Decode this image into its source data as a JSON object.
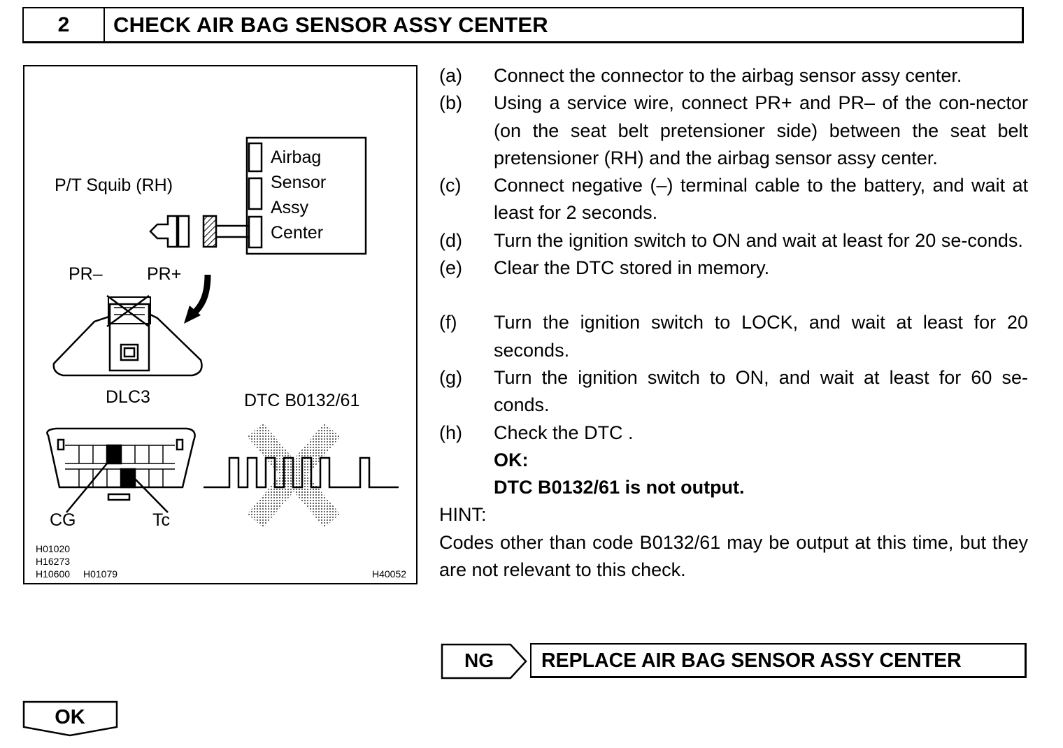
{
  "header": {
    "step_number": "2",
    "title": "CHECK AIR BAG SENSOR ASSY CENTER"
  },
  "figure": {
    "labels": {
      "pt_squib": "P/T Squib (RH)",
      "sensor_line1": "Airbag",
      "sensor_line2": "Sensor",
      "sensor_line3": "Assy",
      "sensor_line4": "Center",
      "pr_minus": "PR–",
      "pr_plus": "PR+",
      "dlc3": "DLC3",
      "dtc": "DTC B0132/61",
      "cg": "CG",
      "tc": "Tc"
    },
    "codes": [
      "H01020",
      "H16273",
      "H10600",
      "H01079"
    ],
    "figure_code": "H40052"
  },
  "steps": [
    {
      "letter": "(a)",
      "text": "Connect the connector to the airbag sensor assy center."
    },
    {
      "letter": "(b)",
      "text": "Using a service wire, connect PR+ and PR– of the con-nector (on the seat belt pretensioner side) between the seat belt pretensioner (RH) and the airbag sensor assy center."
    },
    {
      "letter": "(c)",
      "text": "Connect negative (–) terminal cable to the battery, and wait at least for 2 seconds."
    },
    {
      "letter": "(d)",
      "text": "Turn the ignition switch to ON and wait at least for 20 se-conds."
    },
    {
      "letter": "(e)",
      "text": "Clear the DTC stored in memory."
    },
    {
      "letter": "(f)",
      "text": "Turn the ignition switch to LOCK, and wait at least for 20 seconds."
    },
    {
      "letter": "(g)",
      "text": "Turn the ignition switch to ON, and wait at least for 60 se-conds."
    },
    {
      "letter": "(h)",
      "text": "Check the DTC ."
    }
  ],
  "ok_result": {
    "label": "OK:",
    "value": "DTC B0132/61 is not output."
  },
  "hint": {
    "label": "HINT:",
    "text": "Codes other than code B0132/61 may be output at this time, but they are not relevant to this check."
  },
  "ng": {
    "label": "NG",
    "action": "REPLACE AIR BAG SENSOR ASSY CENTER"
  },
  "ok_flow": {
    "label": "OK"
  }
}
